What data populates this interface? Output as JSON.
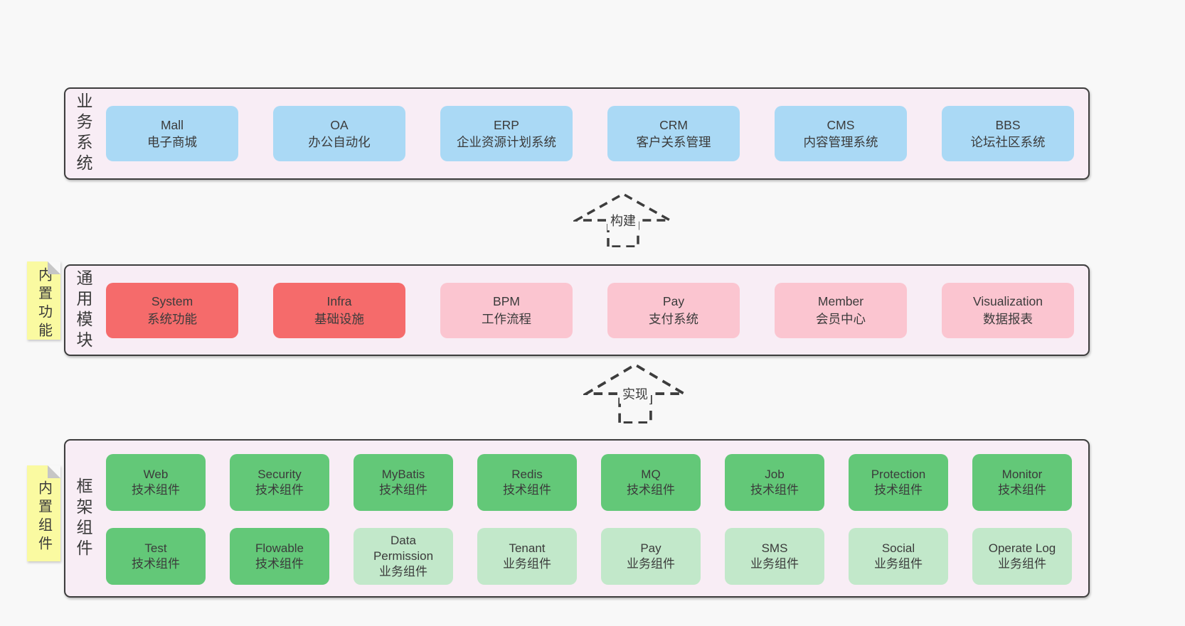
{
  "colors": {
    "page-bg": "#f8f8f8",
    "panel-bg": "#f8edf5",
    "panel-border": "#3d3d3d",
    "text": "#3a3a3a",
    "blue": "#aad9f5",
    "red": "#f56b6b",
    "pink": "#fbc5d0",
    "green": "#63c878",
    "lightgreen": "#c2e8ca",
    "note-bg": "#fafaa1",
    "note-fold": "#c6c6c6"
  },
  "arrows": [
    {
      "label": "构建"
    },
    {
      "label": "实现"
    }
  ],
  "layers": [
    {
      "label": "业务系统",
      "boxes": [
        {
          "title": "Mall",
          "subtitle": "电子商城",
          "color": "blue"
        },
        {
          "title": "OA",
          "subtitle": "办公自动化",
          "color": "blue"
        },
        {
          "title": "ERP",
          "subtitle": "企业资源计划系统",
          "color": "blue"
        },
        {
          "title": "CRM",
          "subtitle": "客户关系管理",
          "color": "blue"
        },
        {
          "title": "CMS",
          "subtitle": "内容管理系统",
          "color": "blue"
        },
        {
          "title": "BBS",
          "subtitle": "论坛社区系统",
          "color": "blue"
        }
      ]
    },
    {
      "label": "通用模块",
      "note": "内置功能",
      "boxes": [
        {
          "title": "System",
          "subtitle": "系统功能",
          "color": "red"
        },
        {
          "title": "Infra",
          "subtitle": "基础设施",
          "color": "red"
        },
        {
          "title": "BPM",
          "subtitle": "工作流程",
          "color": "pink"
        },
        {
          "title": "Pay",
          "subtitle": "支付系统",
          "color": "pink"
        },
        {
          "title": "Member",
          "subtitle": "会员中心",
          "color": "pink"
        },
        {
          "title": "Visualization",
          "subtitle": "数据报表",
          "color": "pink"
        }
      ]
    },
    {
      "label": "框架组件",
      "note": "内置组件",
      "rows": [
        [
          {
            "title": "Web",
            "subtitle": "技术组件",
            "color": "green"
          },
          {
            "title": "Security",
            "subtitle": "技术组件",
            "color": "green"
          },
          {
            "title": "MyBatis",
            "subtitle": "技术组件",
            "color": "green"
          },
          {
            "title": "Redis",
            "subtitle": "技术组件",
            "color": "green"
          },
          {
            "title": "MQ",
            "subtitle": "技术组件",
            "color": "green"
          },
          {
            "title": "Job",
            "subtitle": "技术组件",
            "color": "green"
          },
          {
            "title": "Protection",
            "subtitle": "技术组件",
            "color": "green"
          },
          {
            "title": "Monitor",
            "subtitle": "技术组件",
            "color": "green"
          }
        ],
        [
          {
            "title": "Test",
            "subtitle": "技术组件",
            "color": "green"
          },
          {
            "title": "Flowable",
            "subtitle": "技术组件",
            "color": "green"
          },
          {
            "title": "Data Permission",
            "subtitle": "业务组件",
            "color": "lightgreen"
          },
          {
            "title": "Tenant",
            "subtitle": "业务组件",
            "color": "lightgreen"
          },
          {
            "title": "Pay",
            "subtitle": "业务组件",
            "color": "lightgreen"
          },
          {
            "title": "SMS",
            "subtitle": "业务组件",
            "color": "lightgreen"
          },
          {
            "title": "Social",
            "subtitle": "业务组件",
            "color": "lightgreen"
          },
          {
            "title": "Operate Log",
            "subtitle": "业务组件",
            "color": "lightgreen"
          }
        ]
      ]
    }
  ]
}
